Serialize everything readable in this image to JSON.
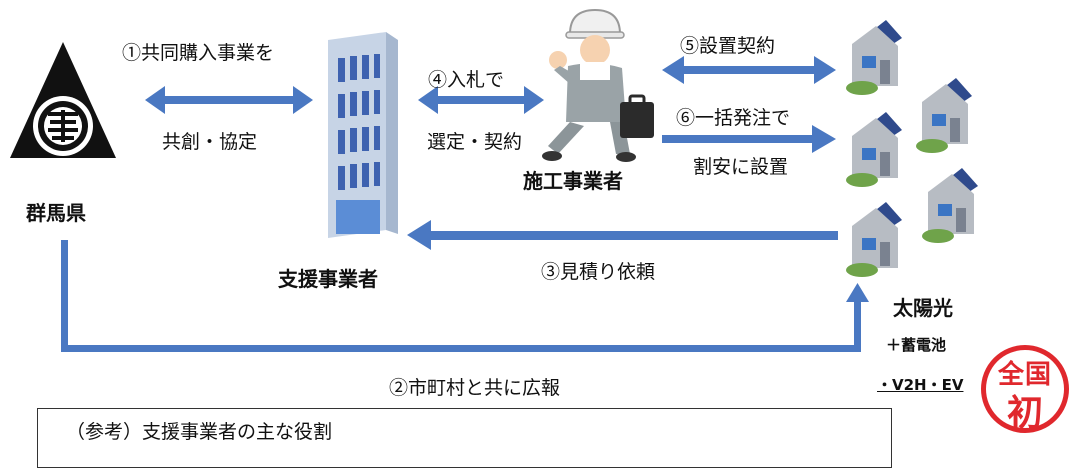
{
  "nodes": {
    "prefecture": "群馬県",
    "support_provider": "支援事業者",
    "contractor": "施工事業者",
    "solar": "太陽光",
    "battery": "＋蓄電池",
    "v2h_ev": "・V2H・EV"
  },
  "steps": {
    "s1": "①共同購入事業を",
    "s1_sub": "共創・協定",
    "s2": "②市町村と共に広報",
    "s3": "③見積り依頼",
    "s4": "④入札で",
    "s4_sub": "選定・契約",
    "s5": "⑤設置契約",
    "s6": "⑥一括発注で",
    "s6_sub": "割安に設置"
  },
  "note": {
    "title": "（参考）支援事業者の主な役割"
  },
  "stamp": {
    "top": "全国",
    "bottom": "初"
  },
  "colors": {
    "arrow": "#4a78c2",
    "stamp": "#e0282d",
    "building": "#b7c7dc"
  }
}
